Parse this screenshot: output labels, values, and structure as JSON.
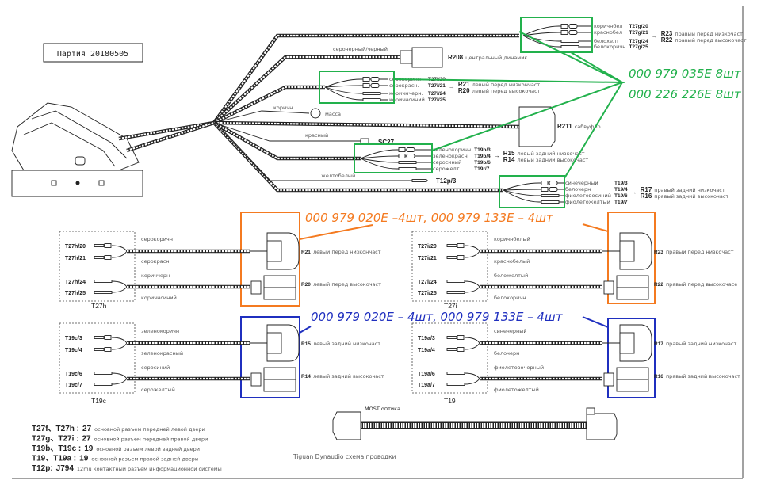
{
  "batch_label": "Партия 20180505",
  "colors": {
    "green": "#22b14c",
    "orange": "#f47a20",
    "blue": "#1f2fbf"
  },
  "harness": {
    "front_right": {
      "wires": [
        {
          "color": "коричнбел",
          "pin": "T27g/20"
        },
        {
          "color": "краснобел",
          "pin": "T27g/21"
        },
        {
          "color": "белоxелт",
          "pin": "T27g/24"
        },
        {
          "color": "белокоричн",
          "pin": "T27g/25"
        }
      ],
      "targets": [
        {
          "id": "R23",
          "desc": "правый перед низкочаст"
        },
        {
          "id": "R22",
          "desc": "правый перед высокочаст"
        }
      ]
    },
    "center": {
      "wire_color": "серочерный/черный",
      "id": "R208",
      "desc": "центральный динамик"
    },
    "front_left": {
      "wires": [
        {
          "color": "серокоричн",
          "pin": "T27i/20"
        },
        {
          "color": "серокрасн.",
          "pin": "T27i/21"
        },
        {
          "color": "коричнчерн.",
          "pin": "T27i/24"
        },
        {
          "color": "коричнсиний",
          "pin": "T27i/25"
        }
      ],
      "targets": [
        {
          "id": "R21",
          "desc": "левый перед низкончаст"
        },
        {
          "id": "R20",
          "desc": "левый перед высокочаст"
        }
      ]
    },
    "ground": {
      "wire_color": "коричн",
      "label": "масса"
    },
    "subwoofer": {
      "id": "R211",
      "desc": "сабвуфер"
    },
    "sc27": {
      "wire_color": "красный",
      "label": "SC27"
    },
    "rear_left": {
      "wires": [
        {
          "color": "зеленокоричн",
          "pin": "T19b/3"
        },
        {
          "color": "зеленокрасн",
          "pin": "T19b/4"
        },
        {
          "color": "серосиний",
          "pin": "T19b/6"
        },
        {
          "color": "серожелт",
          "pin": "T19r/7"
        }
      ],
      "targets": [
        {
          "id": "R15",
          "desc": "левый задний низкочаст"
        },
        {
          "id": "R14",
          "desc": "левый задний высокочаст"
        }
      ]
    },
    "t12p": {
      "wire_color": "желтобелый",
      "pin": "T12p/3"
    },
    "rear_right": {
      "wires": [
        {
          "color": "синечерный",
          "pin": "T19/3"
        },
        {
          "color": "белочерн",
          "pin": "T19/4"
        },
        {
          "color": "фиолетовосиний",
          "pin": "T19/6"
        },
        {
          "color": "фиолетожелтый",
          "pin": "T19/7"
        }
      ],
      "targets": [
        {
          "id": "R17",
          "desc": "правый задний низкочаст"
        },
        {
          "id": "R16",
          "desc": "правый задний высокочаст"
        }
      ]
    }
  },
  "annotations": {
    "green": [
      "000 979 035E 8шт",
      "000 226 226E 8шт"
    ],
    "orange": "000 979 020E –4шт, 000 979 133E – 4шт",
    "blue": "000 979 020E – 4шт, 000 979 133E – 4шт"
  },
  "panels": [
    {
      "name": "T27h",
      "pins": [
        "T27h/20",
        "T27h/21",
        "T27h/24",
        "T27h/25"
      ],
      "colors": [
        "серокоричн",
        "серокрасн",
        "кориччерн",
        "коричнсиний"
      ],
      "targets": [
        {
          "id": "R21",
          "desc": "левый перед низкончаст"
        },
        {
          "id": "R20",
          "desc": "левый перед высокочаст"
        }
      ]
    },
    {
      "name": "T27i",
      "pins": [
        "T27i/20",
        "T27i/21",
        "T27i/24",
        "T27i/25"
      ],
      "colors": [
        "коричнбелый",
        "краснобелый",
        "беложелтый",
        "белокоричн"
      ],
      "targets": [
        {
          "id": "R23",
          "desc": "правый перед низкочаст"
        },
        {
          "id": "R22",
          "desc": "правый перед высокочасе"
        }
      ]
    },
    {
      "name": "T19c",
      "pins": [
        "T19c/3",
        "T19c/4",
        "T19c/6",
        "T19c/7"
      ],
      "colors": [
        "зеленокоричн",
        "зеленокрасный",
        "серосиний",
        "серожелтый"
      ],
      "targets": [
        {
          "id": "R15",
          "desc": "левый задний низкочаст"
        },
        {
          "id": "R14",
          "desc": "левый задний высокочаст"
        }
      ]
    },
    {
      "name": "T19",
      "pins": [
        "T19a/3",
        "T19a/4",
        "T19a/6",
        "T19a/7"
      ],
      "colors": [
        "синечерный",
        "белочерн",
        "фиолетовочерный",
        "фиолетожелтый"
      ],
      "targets": [
        {
          "id": "R17",
          "desc": "правый задний низкочаст"
        },
        {
          "id": "R16",
          "desc": "правый задний высокочаст"
        }
      ]
    }
  ],
  "most": {
    "label": "MOST оптика"
  },
  "caption": "Tiguan Dynaudio схема проводки",
  "legend": [
    {
      "codes": "T27f、T27h :",
      "count": "27",
      "desc": "основной разъем передней левой двери"
    },
    {
      "codes": "T27g、T27i :",
      "count": "27",
      "desc": "основной разъем передней правой двери"
    },
    {
      "codes": "T19b、T19c :",
      "count": "19",
      "desc": "основной разъем левой задней двери"
    },
    {
      "codes": "T19、T19a :",
      "count": "19",
      "desc": "основной разъем правой задней двери"
    },
    {
      "codes": "T12p:",
      "count": "J794",
      "desc": "12mu контактный разъем информационной системы"
    }
  ]
}
